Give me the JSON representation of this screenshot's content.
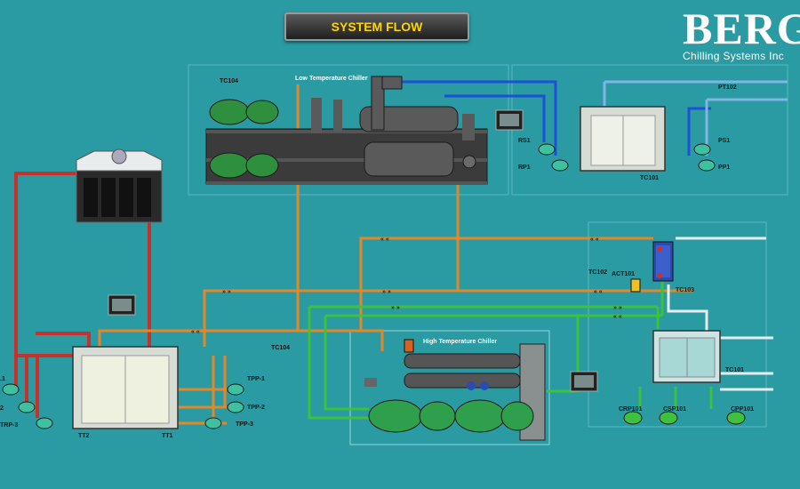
{
  "header": {
    "title": "SYSTEM FLOW"
  },
  "logo": {
    "brand": "BERG",
    "tagline": "Chilling Systems Inc"
  },
  "low_temp_chiller": {
    "title": "Low Temperature Chiller",
    "tag": "TC104"
  },
  "high_temp_chiller": {
    "title": "High Temperature Chiller"
  },
  "tank_upper_right": {
    "tag": "TC101",
    "pressure": "PT102",
    "pumps": [
      "RS1",
      "RP1",
      "PS1",
      "PP1"
    ]
  },
  "heat_exchanger": {
    "tags": [
      "TC102",
      "ACT101",
      "TC103"
    ]
  },
  "tank_lower_right": {
    "tag": "TC101",
    "pumps": [
      "CRP101",
      "CSP101",
      "CPP101"
    ]
  },
  "tank_left": {
    "tag_mid": "TC104",
    "sensors": [
      "TT2",
      "TT1"
    ],
    "pumps_right": [
      "TPP-1",
      "TPP-2",
      "TPP-3"
    ],
    "pumps_left": [
      ".1",
      "2",
      "TRP-3"
    ]
  },
  "colors": {
    "background": "#2a9ba3",
    "hot": "#c8302a",
    "warm": "#e3872a",
    "cold": "#1f4fd6",
    "green": "#3cc23c",
    "white": "#e8ecec"
  }
}
